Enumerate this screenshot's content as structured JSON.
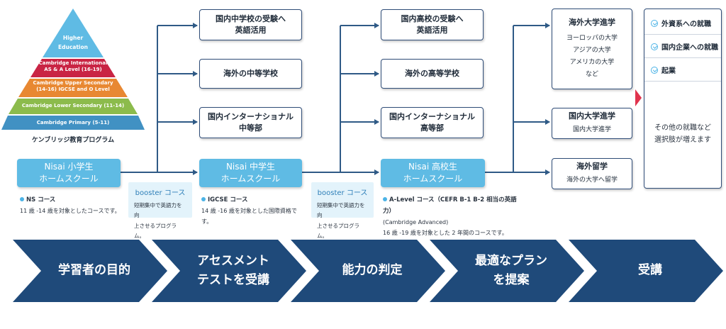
{
  "pyramid": {
    "levels": [
      {
        "label": "Higher\nEducation",
        "color": "#5fbbe4"
      },
      {
        "label": "Cambridge International\nAS & A Level (16-19)",
        "color": "#c92444"
      },
      {
        "label": "Cambridge Upper Secondary\n(14-16) IGCSE and O Level",
        "color": "#e88832"
      },
      {
        "label": "Cambridge Lower Secondary (11-14)",
        "color": "#8cbb4c"
      },
      {
        "label": "Cambridge Primary (5-11)",
        "color": "#4191c3"
      }
    ],
    "caption": "ケンブリッジ教育プログラム"
  },
  "schools": {
    "elementary": "Nisai 小学生\nホームスクール",
    "junior": "Nisai 中学生\nホームスクール",
    "senior": "Nisai 高校生\nホームスクール"
  },
  "column1": [
    "国内中学校の受験へ\n英語活用",
    "海外の中等学校",
    "国内インターナショナル\n中等部"
  ],
  "column2": [
    "国内高校の受験へ\n英語活用",
    "海外の高等学校",
    "国内インターナショナル\n高等部"
  ],
  "column3": [
    {
      "title": "海外大学進学",
      "sub": "ヨーロッパの大学\nアジアの大学\nアメリカの大学\nなど"
    },
    {
      "title": "国内大学進学",
      "sub": "国内大学進学"
    },
    {
      "title": "海外留学",
      "sub": "海外の大学へ留学"
    }
  ],
  "booster": {
    "title": "booster コース",
    "desc": "短期集中で英語力を向\n上させるプログラム。"
  },
  "courses": [
    {
      "title": "NS コース",
      "desc": "11 歳 -14 歳を対象としたコースです。"
    },
    {
      "title": "IGCSE コース",
      "desc": "14 歳 -16 歳を対象とした国際資格です。"
    },
    {
      "title": "A-Level コース（CEFR B-1 B-2 相当の英語力）",
      "desc": "(Cambridge Advanced)\n16 歳 -19 歳を対象とした 2 年間のコースです。"
    }
  ],
  "career": {
    "items": [
      "外資系への就職",
      "国内企業への就職",
      "起業"
    ],
    "other": "その他の就職など\n選択肢が増えます"
  },
  "steps": [
    "学習者の目的",
    "アセスメント\nテストを受講",
    "能力の判定",
    "最適なプラン\nを提案",
    "受講"
  ],
  "colors": {
    "arrow": "#2f5a86",
    "step": "#1f4a7a",
    "career_arrow": "#e0334d"
  }
}
